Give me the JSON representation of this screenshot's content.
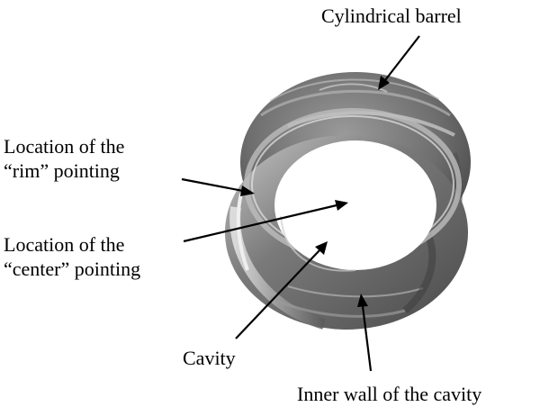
{
  "labels": {
    "cylindrical_barrel": "Cylindrical barrel",
    "rim_pointing": [
      "Location of the",
      "“rim” pointing"
    ],
    "center_pointing": [
      "Location of the",
      "“center” pointing"
    ],
    "cavity": "Cavity",
    "inner_wall": "Inner wall of the cavity"
  },
  "colors": {
    "background": "#ffffff",
    "text": "#000000",
    "arrow": "#000000",
    "barrel_dark": "#3c3c3c",
    "barrel_mid": "#8a8a8a",
    "barrel_light": "#d2d2d2",
    "cavity": "#ffffff"
  }
}
